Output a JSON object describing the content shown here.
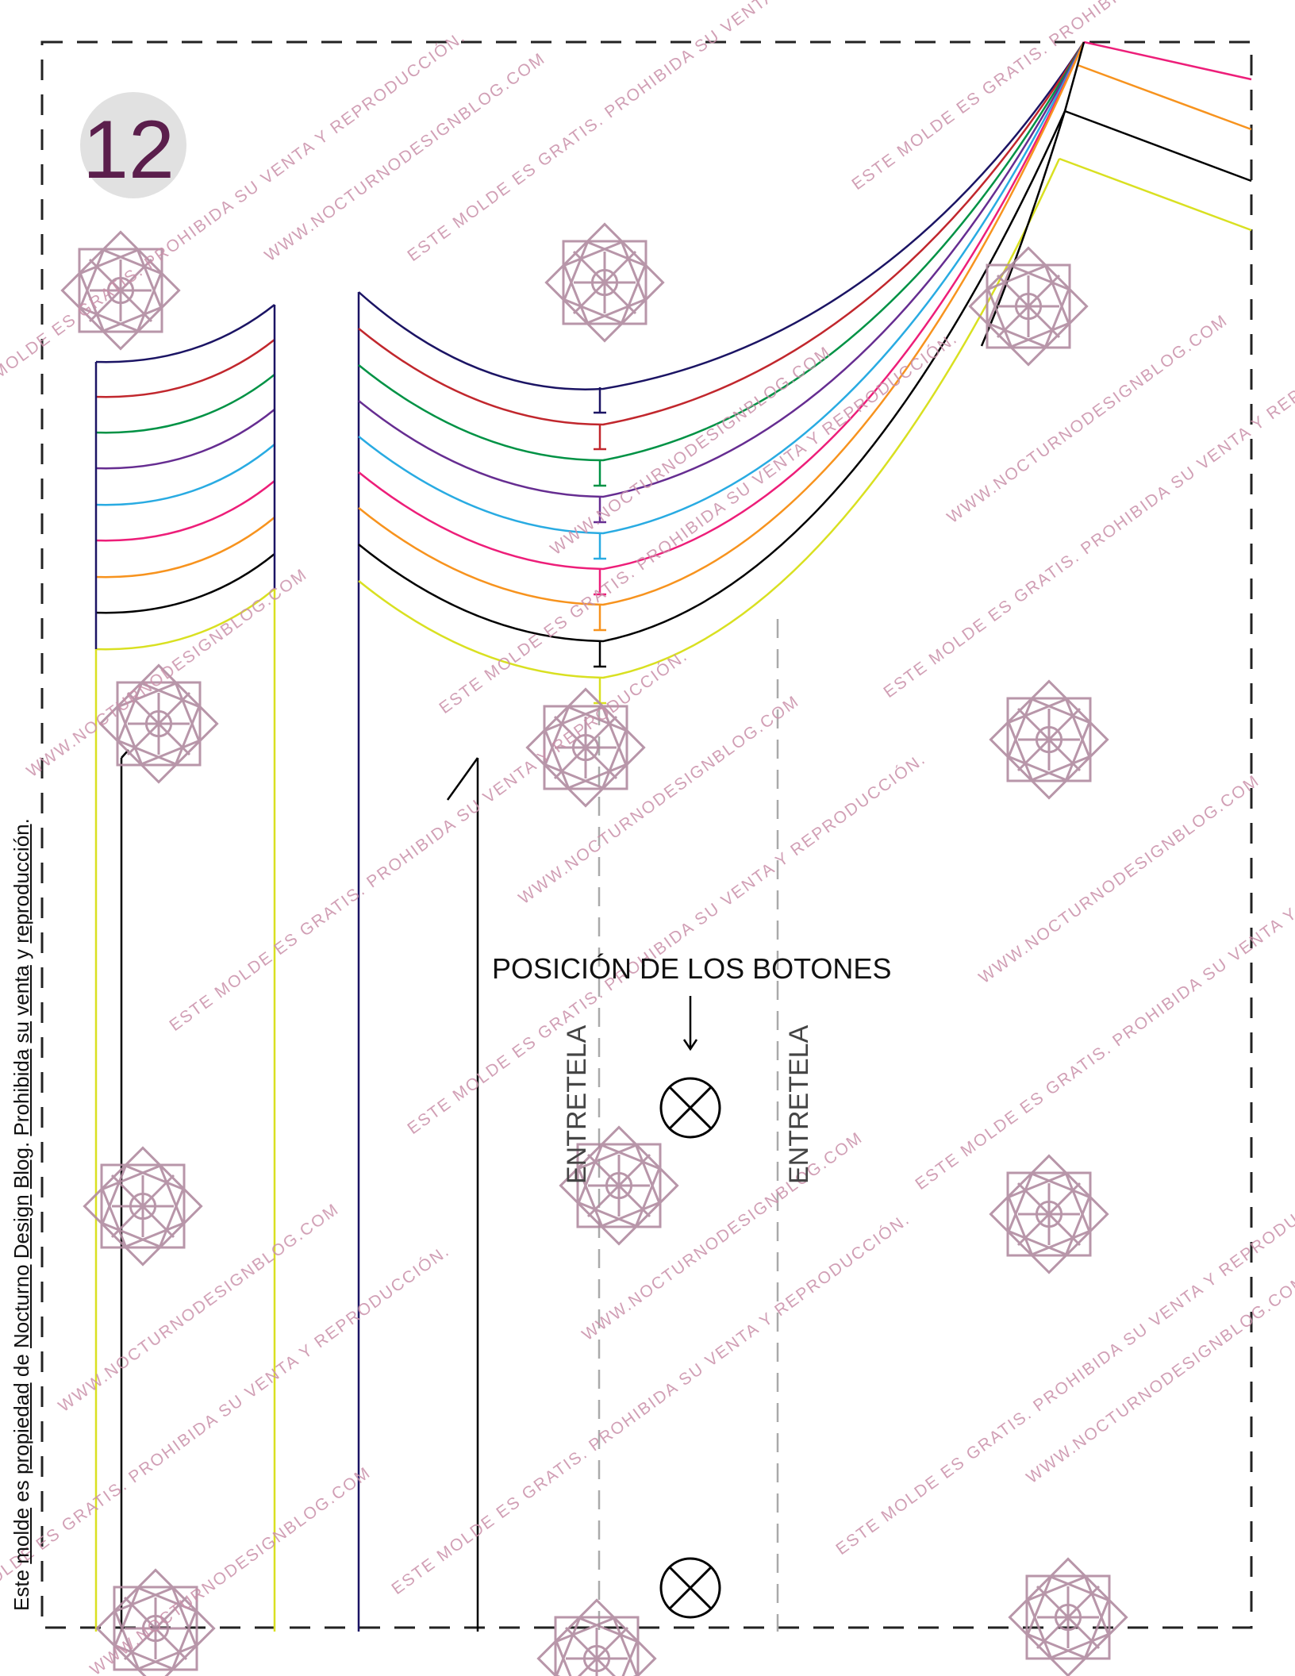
{
  "page": {
    "number": "12",
    "side_text": "Este molde es propiedad de Nocturno Design Blog. Prohibida su venta y reproducción.",
    "buttons_label": "POSICIÓN DE LOS BOTONES",
    "interfacing_label": "ENTRETELA"
  },
  "watermarks": {
    "free_text": "ESTE MOLDE ES GRATIS. PROHIBIDA SU VENTA Y REPRODUCCIÓN.",
    "site_text": "WWW.NOCTURNODESIGNBLOG.COM"
  },
  "size_colors": [
    "#1b1464",
    "#c1272d",
    "#009245",
    "#662d91",
    "#29abe2",
    "#ed1e79",
    "#f7931e",
    "#000000",
    "#d9e021"
  ],
  "colors": {
    "badge_bg": "#e1e1e1",
    "badge_text": "#5b1e4c",
    "motif": "#b08ba0",
    "border": "#222222"
  }
}
